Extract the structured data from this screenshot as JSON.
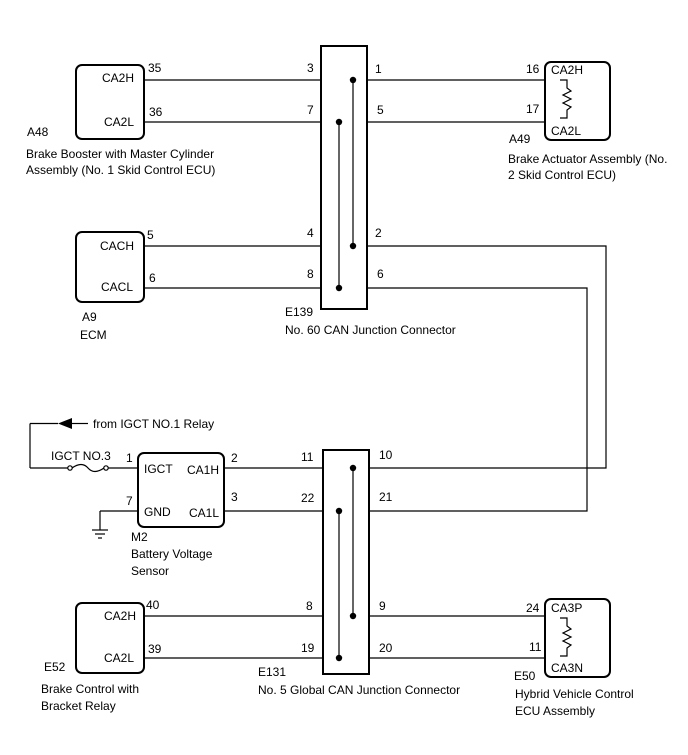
{
  "components": {
    "a48": {
      "code": "A48",
      "pins": [
        "CA2H",
        "CA2L"
      ],
      "nums": [
        "35",
        "36"
      ],
      "desc": [
        "Brake Booster with Master Cylinder",
        "Assembly (No. 1 Skid Control ECU)"
      ]
    },
    "a49": {
      "code": "A49",
      "pins": [
        "CA2H",
        "CA2L"
      ],
      "nums": [
        "16",
        "17"
      ],
      "desc": [
        "Brake Actuator Assembly (No.",
        "2 Skid Control ECU)"
      ]
    },
    "a9": {
      "code": "A9",
      "pins": [
        "CACH",
        "CACL"
      ],
      "nums": [
        "5",
        "6"
      ],
      "desc": [
        "ECM"
      ]
    },
    "m2": {
      "code": "M2",
      "pins": [
        "IGCT",
        "CA1H",
        "GND",
        "CA1L"
      ],
      "nums": [
        "1",
        "2",
        "7",
        "3"
      ],
      "desc": [
        "Battery Voltage",
        "Sensor"
      ]
    },
    "e52": {
      "code": "E52",
      "pins": [
        "CA2H",
        "CA2L"
      ],
      "nums": [
        "40",
        "39"
      ],
      "desc": [
        "Brake Control with",
        "Bracket Relay"
      ]
    },
    "e50": {
      "code": "E50",
      "pins": [
        "CA3P",
        "CA3N"
      ],
      "nums": [
        "24",
        "11"
      ],
      "desc": [
        "Hybrid Vehicle Control",
        "ECU Assembly"
      ]
    }
  },
  "connectors": {
    "e139": {
      "code": "E139",
      "name": "No. 60 CAN Junction Connector",
      "left": [
        "3",
        "7",
        "4",
        "8"
      ],
      "right": [
        "1",
        "5",
        "2",
        "6"
      ]
    },
    "e131": {
      "code": "E131",
      "name": "No. 5 Global CAN Junction Connector",
      "left": [
        "11",
        "22",
        "8",
        "19"
      ],
      "right": [
        "10",
        "21",
        "9",
        "20"
      ]
    }
  },
  "power": {
    "source": "from IGCT NO.1 Relay",
    "fuse": "IGCT NO.3"
  }
}
